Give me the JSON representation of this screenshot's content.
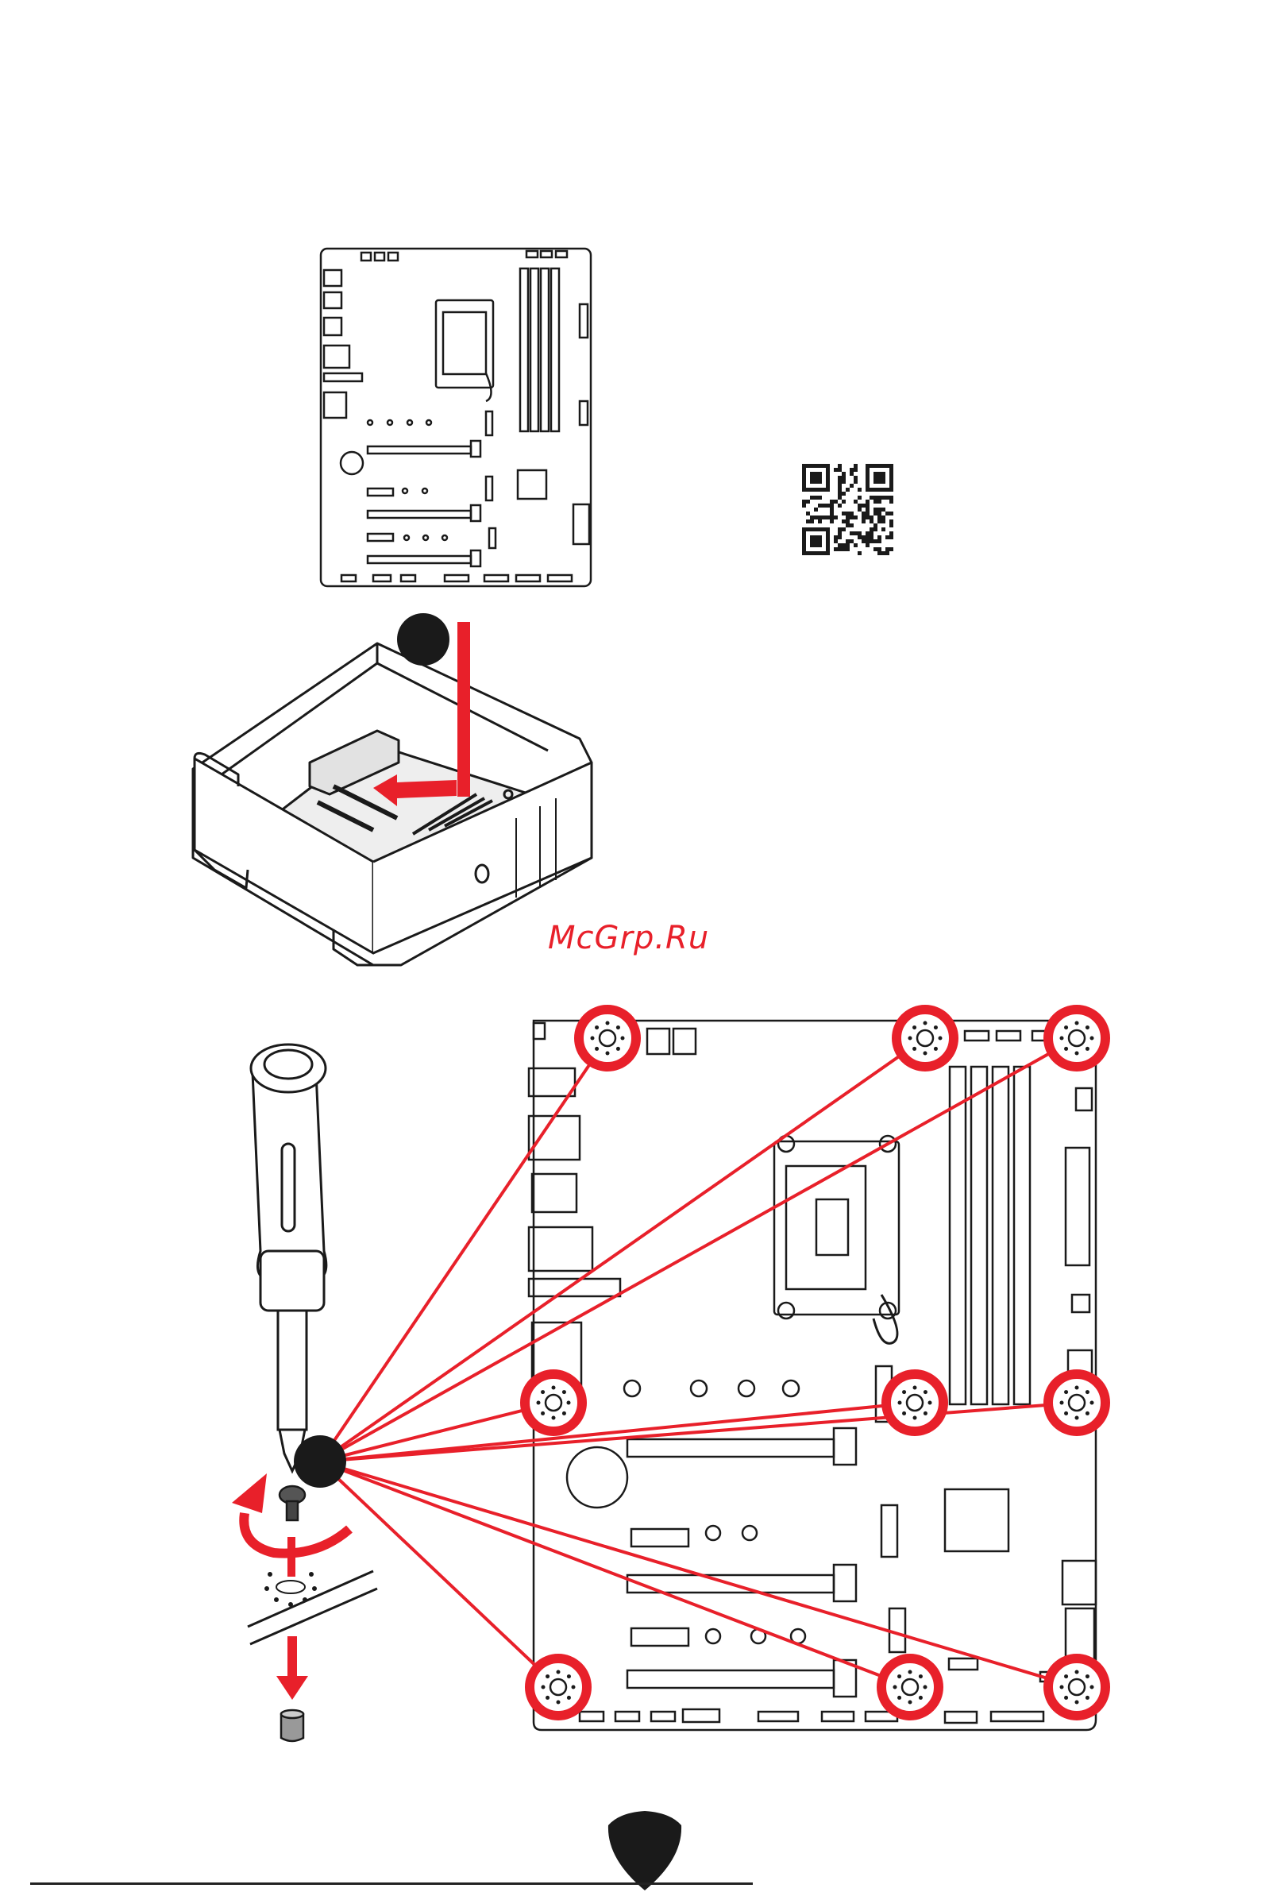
{
  "watermark": {
    "text": "McGrp.Ru"
  },
  "colors": {
    "accent_red": "#e8202a",
    "line": "#1a1a1a",
    "panel": "#f4f4f4"
  },
  "icons": {
    "qr": "qr-code-icon",
    "screw": "screw-icon",
    "standoff": "standoff-icon",
    "screwdriver": "screwdriver-icon",
    "brand_shield": "shield-logo-icon"
  },
  "screw_points": [
    {
      "name": "screw-hole-top-left"
    },
    {
      "name": "screw-hole-top-middle"
    },
    {
      "name": "screw-hole-top-right"
    },
    {
      "name": "screw-hole-middle-left"
    },
    {
      "name": "screw-hole-middle-center"
    },
    {
      "name": "screw-hole-middle-right"
    },
    {
      "name": "screw-hole-bottom-left"
    },
    {
      "name": "screw-hole-bottom-middle"
    },
    {
      "name": "screw-hole-bottom-right"
    }
  ]
}
